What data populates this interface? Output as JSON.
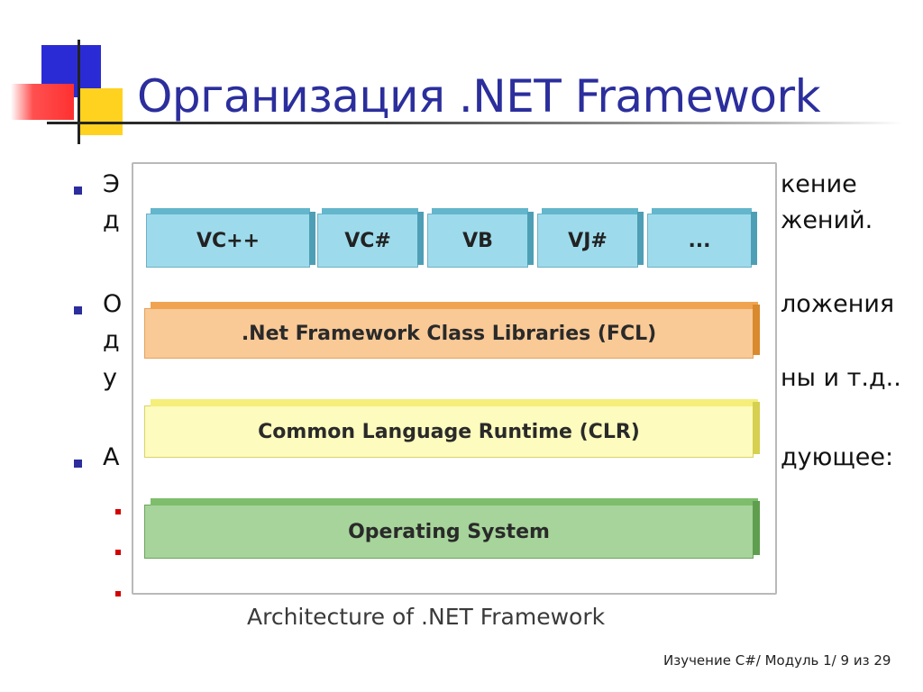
{
  "slide": {
    "title": "Организация .NET Framework",
    "bullets": [
      {
        "left": "Э",
        "right": "кение"
      },
      {
        "left": "д",
        "right": "жений."
      },
      {
        "left": "О",
        "right": "ложения"
      },
      {
        "left": "д",
        "right": ""
      },
      {
        "left": "у",
        "right": "ны и т.д.."
      },
      {
        "left": "А",
        "right": "дующее:"
      }
    ]
  },
  "diagram": {
    "languages": [
      "VC++",
      "VC#",
      "VB",
      "VJ#",
      "..."
    ],
    "layers": {
      "fcl": ".Net Framework Class Libraries (FCL)",
      "clr": "Common Language Runtime (CLR)",
      "os": "Operating System"
    },
    "caption": "Architecture of .NET Framework"
  },
  "footer": "Изучение C#/ Модуль 1/ 9 из 29"
}
